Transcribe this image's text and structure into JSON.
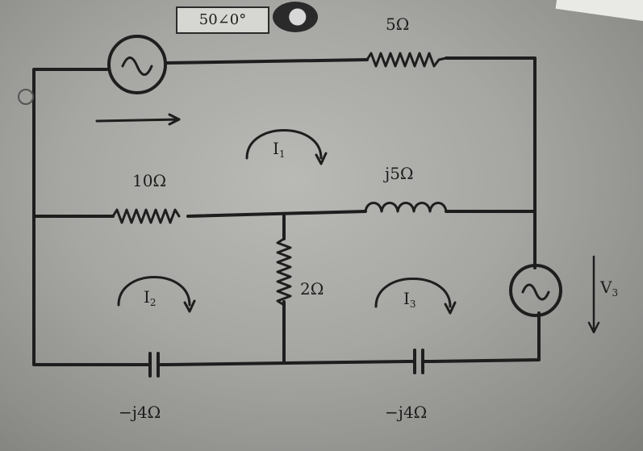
{
  "source": {
    "label": "50∠0°",
    "symbol": "~"
  },
  "resistors": {
    "top": "5Ω",
    "left_branch": "10Ω",
    "middle_vertical": "2Ω"
  },
  "inductor": {
    "label": "j5Ω"
  },
  "capacitors": {
    "left": "−j4Ω",
    "right": "−j4Ω"
  },
  "loop_currents": {
    "i1": {
      "letter": "I",
      "sub": "1"
    },
    "i2": {
      "letter": "I",
      "sub": "2"
    },
    "i3": {
      "letter": "I",
      "sub": "3"
    }
  },
  "right_source": {
    "symbol": "~",
    "voltage_letter": "V",
    "voltage_sub": "3"
  }
}
